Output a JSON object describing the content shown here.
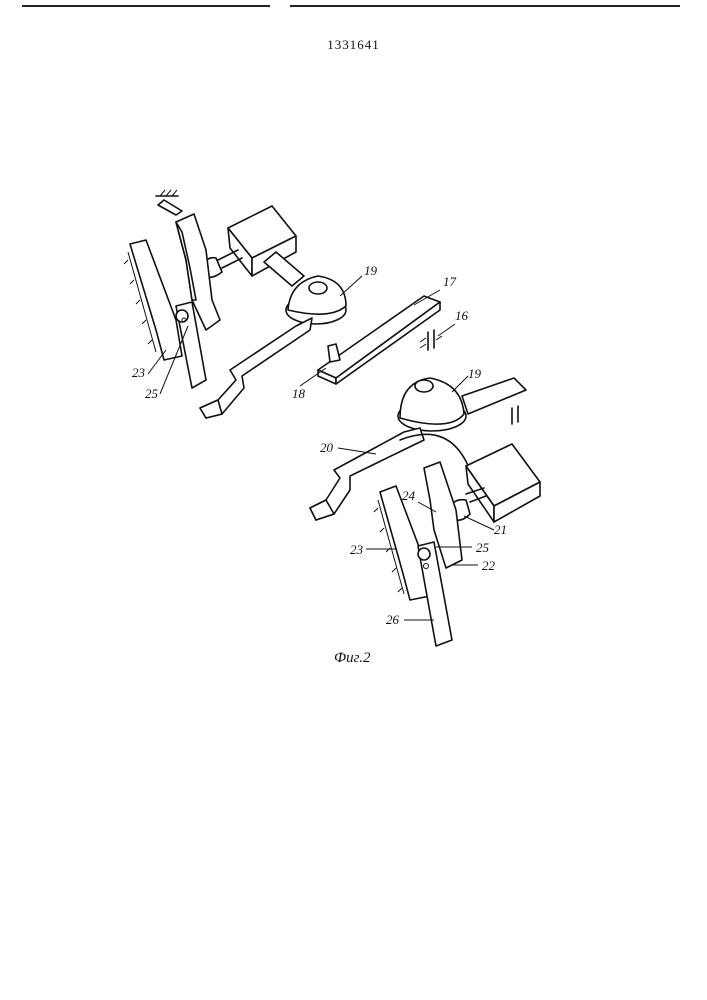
{
  "document": {
    "patent_number": "1331641",
    "figure_caption": "Фиг.2"
  },
  "labels": {
    "l19a": "19",
    "l17": "17",
    "l16": "16",
    "l18": "18",
    "l23a": "23",
    "l25a": "25",
    "l19b": "19",
    "l20": "20",
    "l24": "24",
    "l21": "21",
    "l23b": "23",
    "l25b": "25",
    "l22": "22",
    "l26": "26"
  }
}
